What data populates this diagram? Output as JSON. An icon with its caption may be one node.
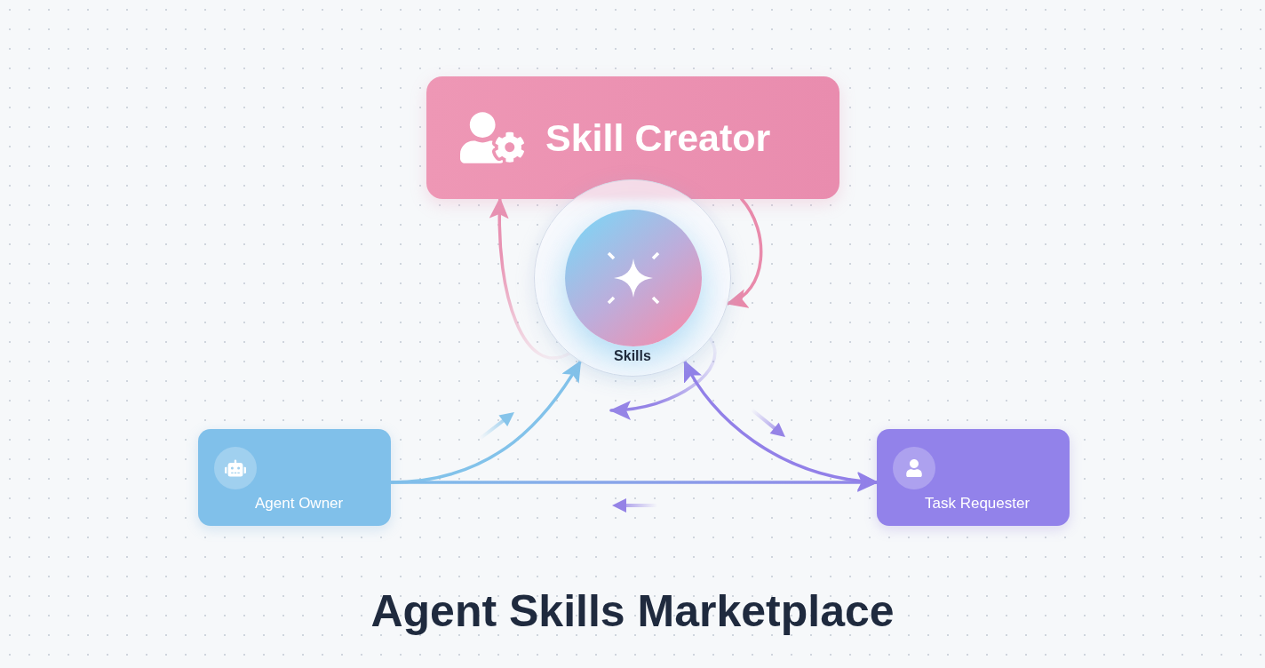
{
  "diagram": {
    "title": "Agent Skills Marketplace",
    "nodes": [
      {
        "text": [
          "Skill Creator"
        ]
      },
      {
        "text": [
          "Skills"
        ]
      },
      {
        "text": [
          "Agent Owner"
        ]
      },
      {
        "text": [
          "Task Requester"
        ]
      }
    ],
    "edges": [
      {
        "from": 1,
        "to": 0,
        "arrow": "to",
        "color": "#e892b2"
      },
      {
        "from": 0,
        "to": 1,
        "arrow": "to",
        "color": "#e98aab"
      },
      {
        "from": 1,
        "to": null,
        "arrow": "to",
        "color": "#9584e6"
      },
      {
        "from": 2,
        "to": 1,
        "arrow": "to",
        "color": "#82c2ea"
      },
      {
        "from": 2,
        "to": 3,
        "arrow": "to",
        "color": "#9184e8"
      },
      {
        "from": 1,
        "to": 3,
        "arrow": "both",
        "color": "#9280e8"
      }
    ]
  }
}
